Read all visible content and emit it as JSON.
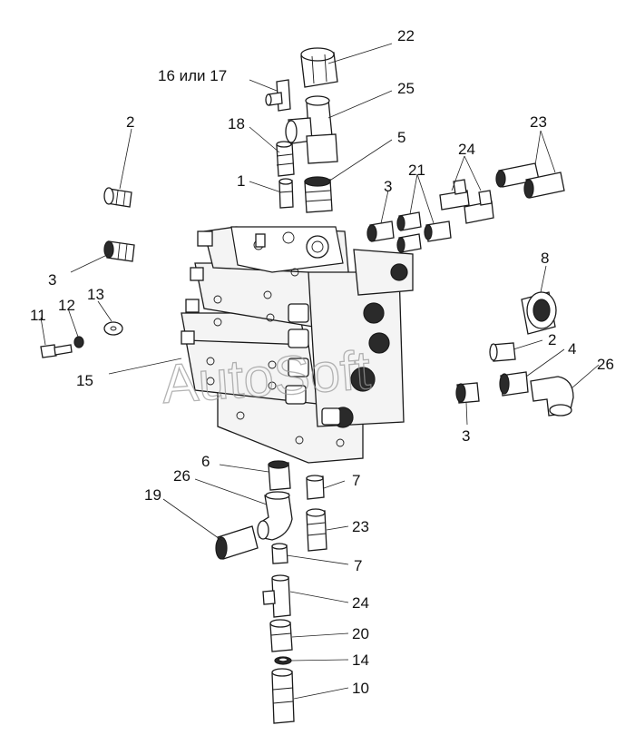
{
  "callouts": {
    "c22": "22",
    "c16_17": "16 или 17",
    "c25": "25",
    "c18": "18",
    "c2_top": "2",
    "c5": "5",
    "c23_top": "23",
    "c1": "1",
    "c24_top": "24",
    "c3_right": "3",
    "c21": "21",
    "c3_left": "3",
    "c13": "13",
    "c12": "12",
    "c11": "11",
    "c8": "8",
    "c2_right": "2",
    "c4": "4",
    "c26_right": "26",
    "c15": "15",
    "c3_bottom": "3",
    "c6": "6",
    "c26_bottom": "26",
    "c7_top": "7",
    "c19": "19",
    "c23_bottom": "23",
    "c7_bottom": "7",
    "c24_bottom": "24",
    "c20": "20",
    "c14": "14",
    "c10": "10"
  },
  "watermark": "AutoSoft"
}
